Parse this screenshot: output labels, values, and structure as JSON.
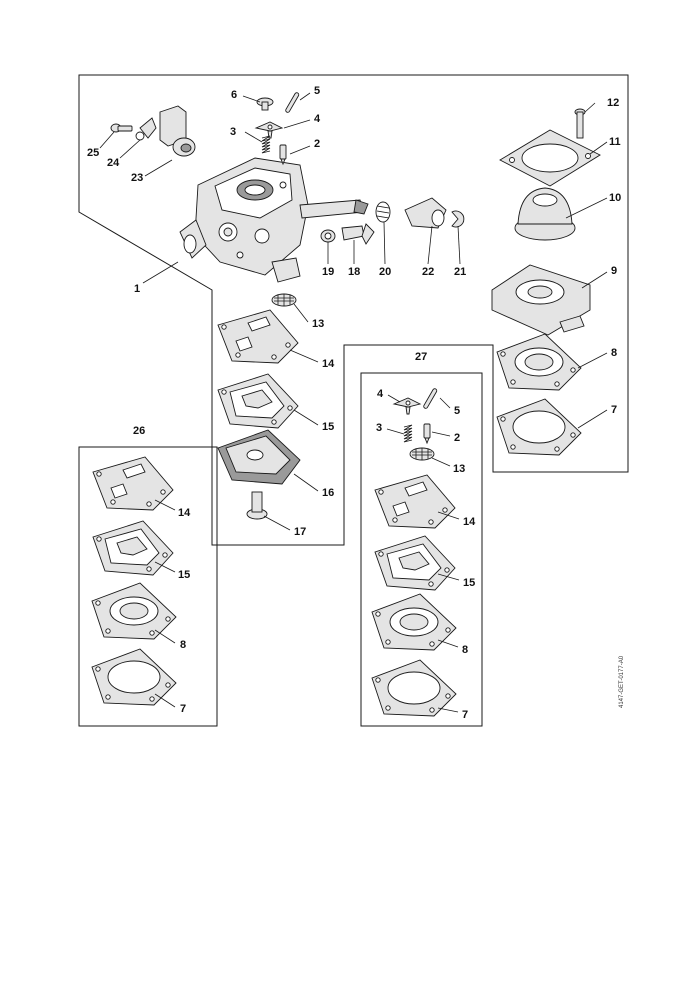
{
  "document_code": "4147-GET-0177-A0",
  "callouts": {
    "c1": "1",
    "c2": "2",
    "c3": "3",
    "c4": "4",
    "c5": "5",
    "c6": "6",
    "c7": "7",
    "c8": "8",
    "c9": "9",
    "c10": "10",
    "c11": "11",
    "c12": "12",
    "c13": "13",
    "c14": "14",
    "c15": "15",
    "c16": "16",
    "c17": "17",
    "c19": "19",
    "c18": "18",
    "c20": "20",
    "c22": "22",
    "c21": "21",
    "c23": "23",
    "c24": "24",
    "c25": "25",
    "k27": "27",
    "k27_4": "4",
    "k27_5": "5",
    "k27_3": "3",
    "k27_2": "2",
    "k27_13": "13",
    "k27_14": "14",
    "k27_15": "15",
    "k27_8": "8",
    "k27_7": "7",
    "k26": "26",
    "k26_14": "14",
    "k26_15": "15",
    "k26_8": "8",
    "k26_7": "7"
  }
}
